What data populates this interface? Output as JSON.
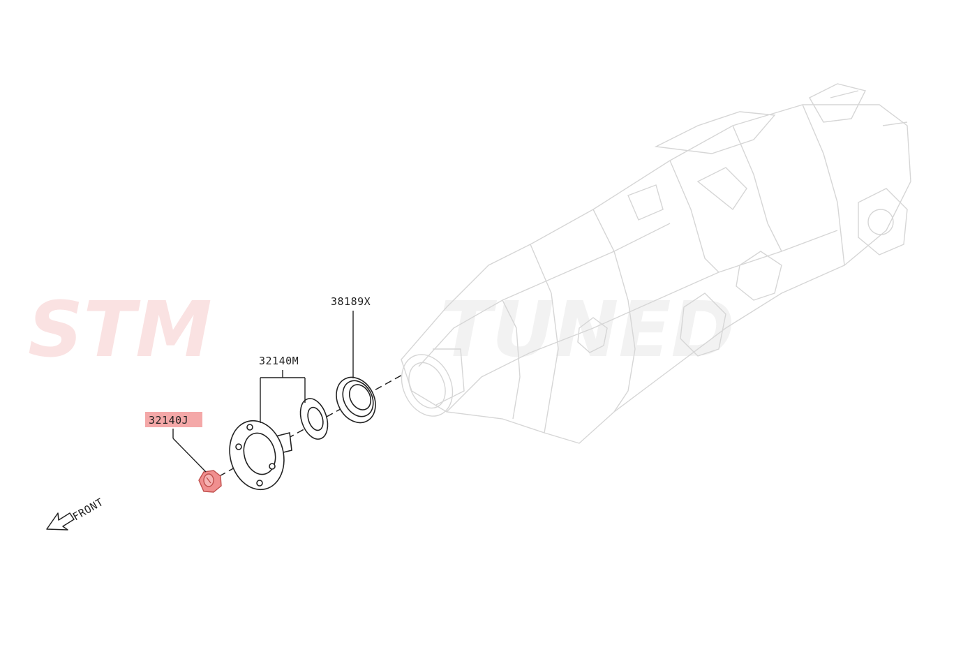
{
  "watermark": {
    "part1": "STM",
    "part2": "TUNED",
    "color": "#e03c3c"
  },
  "callouts": [
    {
      "id": "38189X",
      "label": "38189X"
    },
    {
      "id": "32140M",
      "label": "32140M"
    },
    {
      "id": "32140J",
      "label": "32140J",
      "highlighted": true,
      "highlight_color": "#f4a8a8"
    }
  ],
  "direction_indicator": {
    "label": "FRONT"
  },
  "colors": {
    "line": "#222222",
    "ghost": "#d8d8d8",
    "highlight": "#f08f8f"
  }
}
